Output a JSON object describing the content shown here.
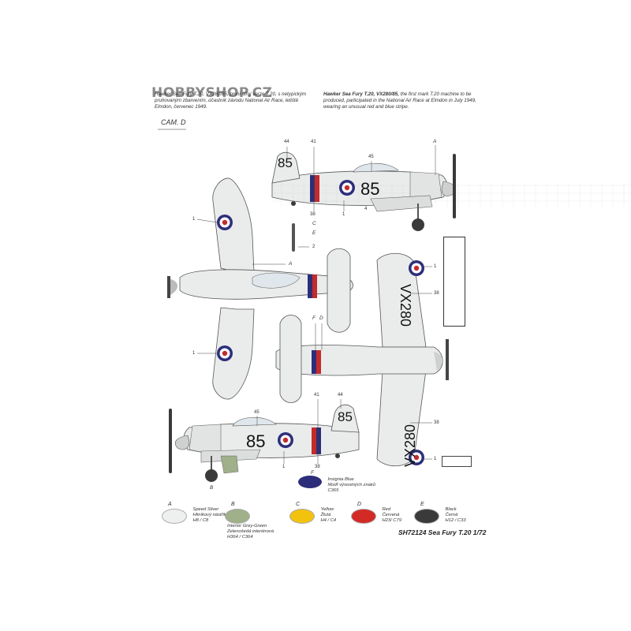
{
  "watermark": "HOBBYSHOP.CZ",
  "description_cz": "Hawker Sea Fury T.20, VX280/85, první stroj verze T.20, s netypickým pruhovaným zbarvením, účastník závodu National Air Race, letiště Elmdon, červenec 1949.",
  "description_en_title": "Hawker Sea Fury T.20, VX280/85,",
  "description_en_body": "the first mark T.20 machine to be produced, participated in the National Air Race at Elmdon in July 1949, wearing an unusual red and blue stripe.",
  "camo_label": "CAM. D",
  "codes": {
    "race_number": "85",
    "serial": "VX280"
  },
  "callouts": {
    "c44": "44",
    "c41": "41",
    "c45": "45",
    "c38": "38",
    "c1": "1",
    "c2": "2",
    "cA": "A",
    "cB": "B",
    "cC": "C",
    "cD": "D",
    "cE": "E",
    "cF": "F",
    "c4": "4"
  },
  "insignia": {
    "letter": "F",
    "line1": "Insignia Blue",
    "line2": "Modř výsostných znaků",
    "line3": "C365",
    "color": "#2d2e7a"
  },
  "swatches": [
    {
      "letter": "A",
      "en": "Speed Silver",
      "cz": "Hliníkový nástřik",
      "code": "H8 / C8",
      "color": "#eef0f0"
    },
    {
      "letter": "B",
      "en": "Interior Grey-Green",
      "cz": "Zelenošedá interiérová",
      "code": "H364 / C364",
      "color": "#9fb08a"
    },
    {
      "letter": "C",
      "en": "Yellow",
      "cz": "Žlutá",
      "code": "H4 / C4",
      "color": "#f2c20e"
    },
    {
      "letter": "D",
      "en": "Red",
      "cz": "Červená",
      "code": "H23/ C79",
      "color": "#d42a26"
    },
    {
      "letter": "E",
      "en": "Black",
      "cz": "Černá",
      "code": "H12 / C33",
      "color": "#3a3a3a"
    }
  ],
  "footer": "SH72124 Sea Fury T.20 1/72",
  "colors": {
    "silver": "#eaecec",
    "blue": "#2d2e7a",
    "red": "#c42b2b",
    "panel": "#9a9a9a"
  }
}
